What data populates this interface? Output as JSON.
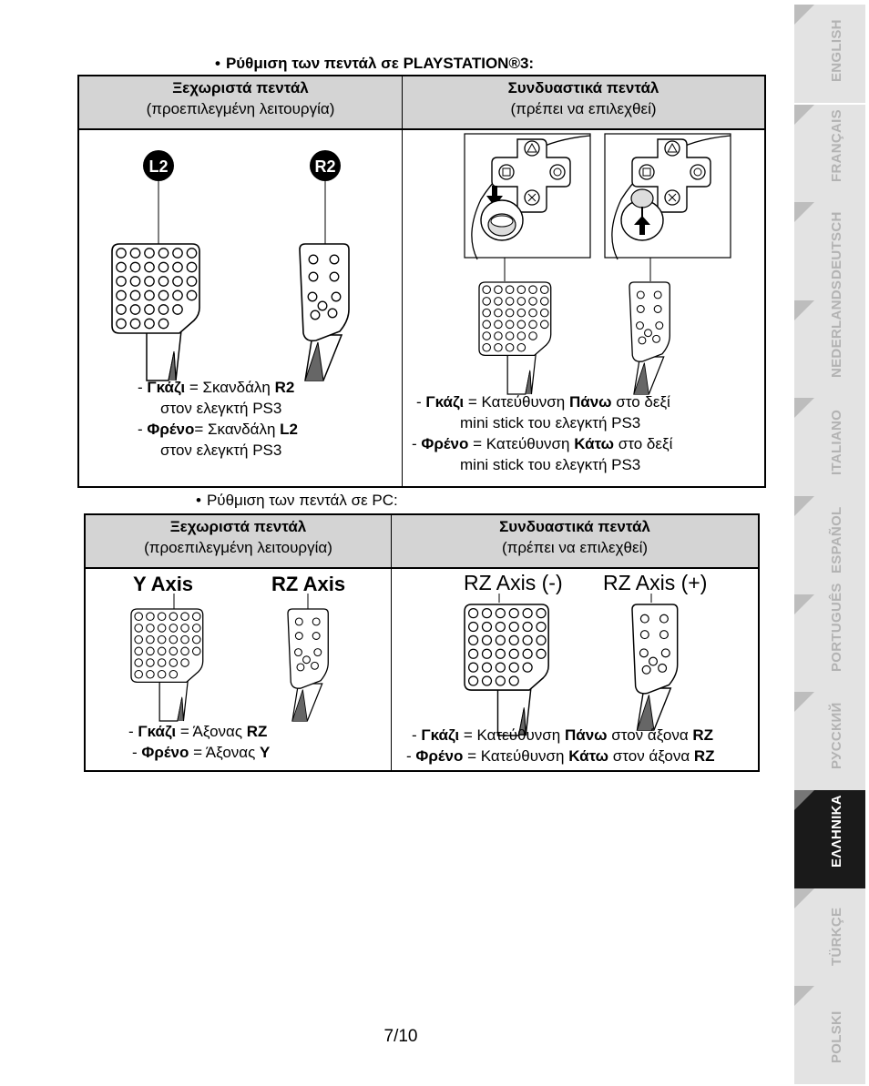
{
  "ps3_section": {
    "bullet": "•",
    "title": "Ρύθμιση των πεντάλ σε PLAYSTATION®3:",
    "left_header": {
      "title": "Ξεχωριστά πεντάλ",
      "subtitle": "(προεπιλεγμένη λειτουργία)"
    },
    "right_header": {
      "title": "Συνδυαστικά πεντάλ",
      "subtitle": "(πρέπει να επιλεχθεί)"
    },
    "badge_left": "L2",
    "badge_right": "R2",
    "left_caption": {
      "gas_dash": "- ",
      "gas_label": "Γκάζι",
      "gas_eq": " = Σκανδάλη ",
      "gas_value": "R2",
      "gas_line2": "στον ελεγκτή PS3",
      "brake_dash": "- ",
      "brake_label": "Φρένο",
      "brake_eq": "= Σκανδάλη ",
      "brake_value": "L2",
      "brake_line2": "στον ελεγκτή PS3"
    },
    "right_caption": {
      "gas_dash": "- ",
      "gas_label": "Γκάζι",
      "gas_eq": " = Κατεύθυνση ",
      "gas_dir": "Πάνω",
      "gas_tail": " στο δεξί",
      "gas_line2": "mini stick του ελεγκτή PS3",
      "brake_dash": "- ",
      "brake_label": "Φρένο",
      "brake_eq": " = Κατεύθυνση ",
      "brake_dir": "Κάτω",
      "brake_tail": " στο δεξί",
      "brake_line2": "mini stick του ελεγκτή PS3"
    }
  },
  "pc_section": {
    "bullet": "•",
    "title": "Ρύθμιση των πεντάλ σε PC:",
    "left_header": {
      "title": "Ξεχωριστά πεντάλ",
      "subtitle": "(προεπιλεγμένη λειτουργία)"
    },
    "right_header": {
      "title": "Συνδυαστικά πεντάλ",
      "subtitle": "(πρέπει να επιλεχθεί)"
    },
    "axis_y": "Y Axis",
    "axis_rz": "RZ Axis",
    "axis_rz_minus": "RZ Axis (-)",
    "axis_rz_plus": "RZ Axis (+)",
    "left_caption": {
      "gas_dash": "- ",
      "gas_label": "Γκάζι",
      "gas_eq": " = Άξονας ",
      "gas_value": "RZ",
      "brake_dash": "- ",
      "brake_label": "Φρένο",
      "brake_eq": " = Άξονας ",
      "brake_value": "Y"
    },
    "right_caption": {
      "gas_dash": "- ",
      "gas_label": "Γκάζι",
      "gas_eq": " = Κατεύθυνση ",
      "gas_dir": "Πάνω",
      "gas_tail": " στον άξονα ",
      "gas_value": "RZ",
      "brake_dash": "- ",
      "brake_label": "Φρένο",
      "brake_eq": " = Κατεύθυνση ",
      "brake_dir": "Κάτω",
      "brake_tail": " στον άξονα ",
      "brake_value": "RZ"
    }
  },
  "page_number": "7/10",
  "language_tabs": [
    {
      "label": "ENGLISH",
      "active": false
    },
    {
      "label": "FRANÇAIS",
      "active": false
    },
    {
      "label": "DEUTSCH",
      "active": false
    },
    {
      "label": "NEDERLANDS",
      "active": false
    },
    {
      "label": "ITALIANO",
      "active": false
    },
    {
      "label": "ESPAÑOL",
      "active": false
    },
    {
      "label": "PORTUGUÊS",
      "active": false
    },
    {
      "label": "РУССКИЙ",
      "active": false
    },
    {
      "label": "ΕΛΛΗΝΙΚΑ",
      "active": true
    },
    {
      "label": "TÜRKÇE",
      "active": false
    },
    {
      "label": "POLSKI",
      "active": false
    }
  ]
}
